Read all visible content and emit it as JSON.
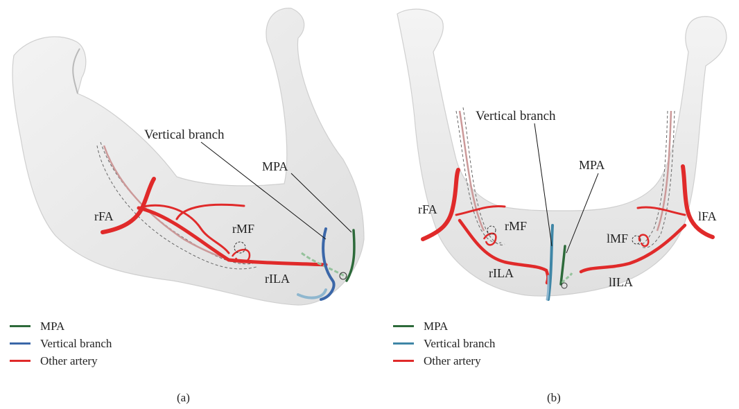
{
  "panels": [
    {
      "caption": "(a)",
      "labels": {
        "vertical_branch": "Vertical branch",
        "mpa": "MPA",
        "rfa": "rFA",
        "rmf": "rMF",
        "rila": "rILA"
      }
    },
    {
      "caption": "(b)",
      "labels": {
        "vertical_branch": "Vertical branch",
        "mpa": "MPA",
        "rfa": "rFA",
        "rmf": "rMF",
        "rila": "rILA",
        "lfa": "lFA",
        "lmf": "lMF",
        "lila": "lILA"
      }
    }
  ],
  "legend": [
    {
      "label": "MPA",
      "color": "#2d6a3a"
    },
    {
      "label": "Vertical branch",
      "color": "#3b67a8"
    },
    {
      "label": "Other artery",
      "color": "#e02a2a"
    }
  ],
  "colors": {
    "bone": "#ececec",
    "bone_edge": "#c9c9c9",
    "artery": "#e02a2a",
    "mpa": "#2d6a3a",
    "vertical_branch_a": "#3b67a8",
    "vertical_branch_b": "#3f86a6",
    "light_branch": "#8fb7cf"
  }
}
